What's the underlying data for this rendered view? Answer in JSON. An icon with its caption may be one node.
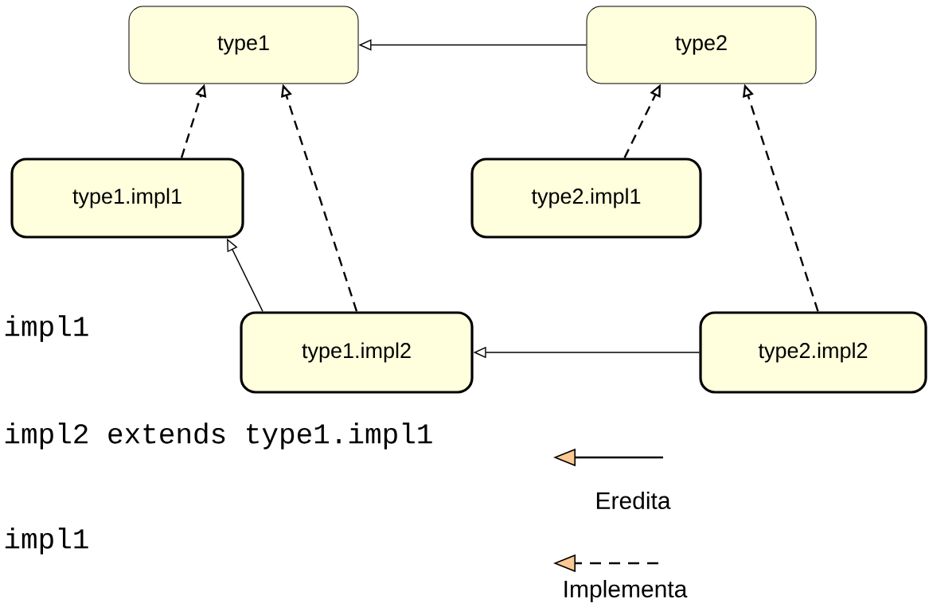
{
  "diagram": {
    "nodes": [
      {
        "text": [
          "type1"
        ]
      },
      {
        "text": [
          "type2"
        ]
      },
      {
        "text": [
          "type1.impl1"
        ]
      },
      {
        "text": [
          "type2.impl1"
        ]
      },
      {
        "text": [
          "type1.impl2"
        ]
      },
      {
        "text": [
          "type2.impl2"
        ]
      }
    ],
    "edges": [
      {
        "from": 1,
        "to": 0,
        "arrow": "to"
      },
      {
        "from": 2,
        "to": 0,
        "arrow": "to",
        "style": "dashed"
      },
      {
        "from": 4,
        "to": 0,
        "arrow": "to",
        "style": "dashed"
      },
      {
        "from": 3,
        "to": 1,
        "arrow": "to",
        "style": "dashed"
      },
      {
        "from": 5,
        "to": 1,
        "arrow": "to",
        "style": "dashed"
      },
      {
        "from": 4,
        "to": 2,
        "arrow": "to"
      },
      {
        "from": 5,
        "to": 4,
        "arrow": "to"
      }
    ],
    "labels": [
      "impl1",
      "impl2 extends type1.impl1",
      "impl1"
    ],
    "legend": [
      {
        "text": "Eredita"
      },
      {
        "text": "Implementa"
      }
    ]
  }
}
